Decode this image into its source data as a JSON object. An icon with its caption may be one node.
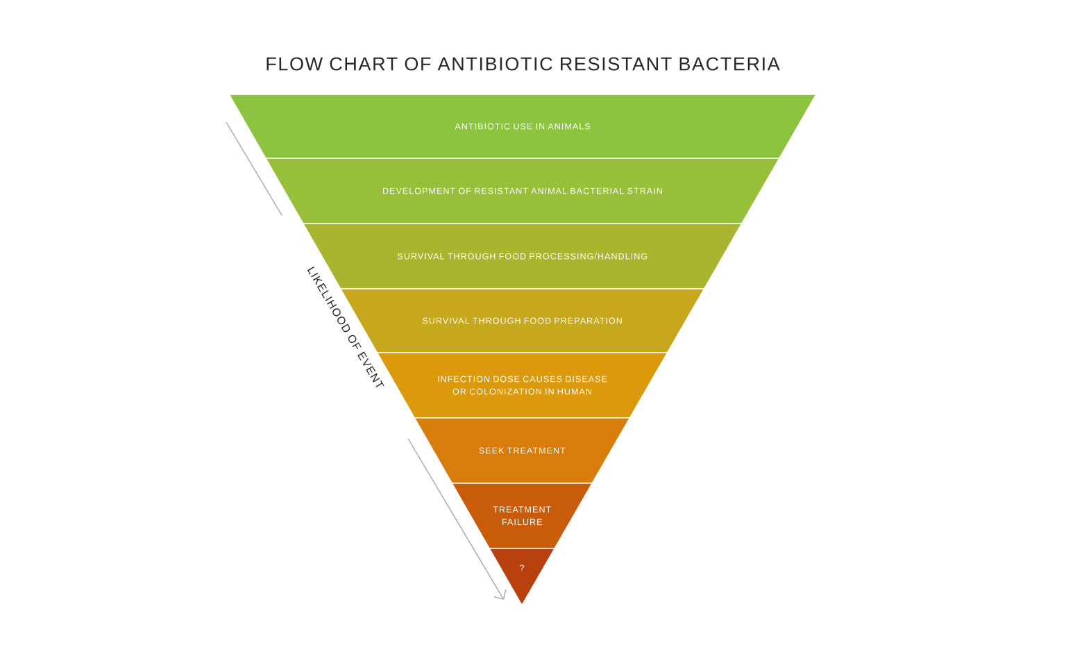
{
  "diagram": {
    "title": "FLOW CHART OF ANTIBIOTIC RESISTANT BACTERIA",
    "nodes": [
      {
        "text": [
          "ANTIBIOTIC USE IN ANIMALS"
        ]
      },
      {
        "text": [
          "DEVELOPMENT OF RESISTANT ANIMAL BACTERIAL STRAIN"
        ]
      },
      {
        "text": [
          "SURVIVAL THROUGH FOOD PROCESSING/HANDLING"
        ]
      },
      {
        "text": [
          "SURVIVAL THROUGH FOOD PREPARATION"
        ]
      },
      {
        "text": [
          "INFECTION DOSE CAUSES DISEASE OR COLONIZATION IN HUMAN"
        ]
      },
      {
        "text": [
          "SEEK TREATMENT"
        ]
      },
      {
        "text": [
          "TREATMENT FAILURE"
        ]
      },
      {
        "text": [
          "?"
        ]
      }
    ],
    "edges": [],
    "labels": [
      "LIKELIHOOD OF EVENT"
    ]
  }
}
